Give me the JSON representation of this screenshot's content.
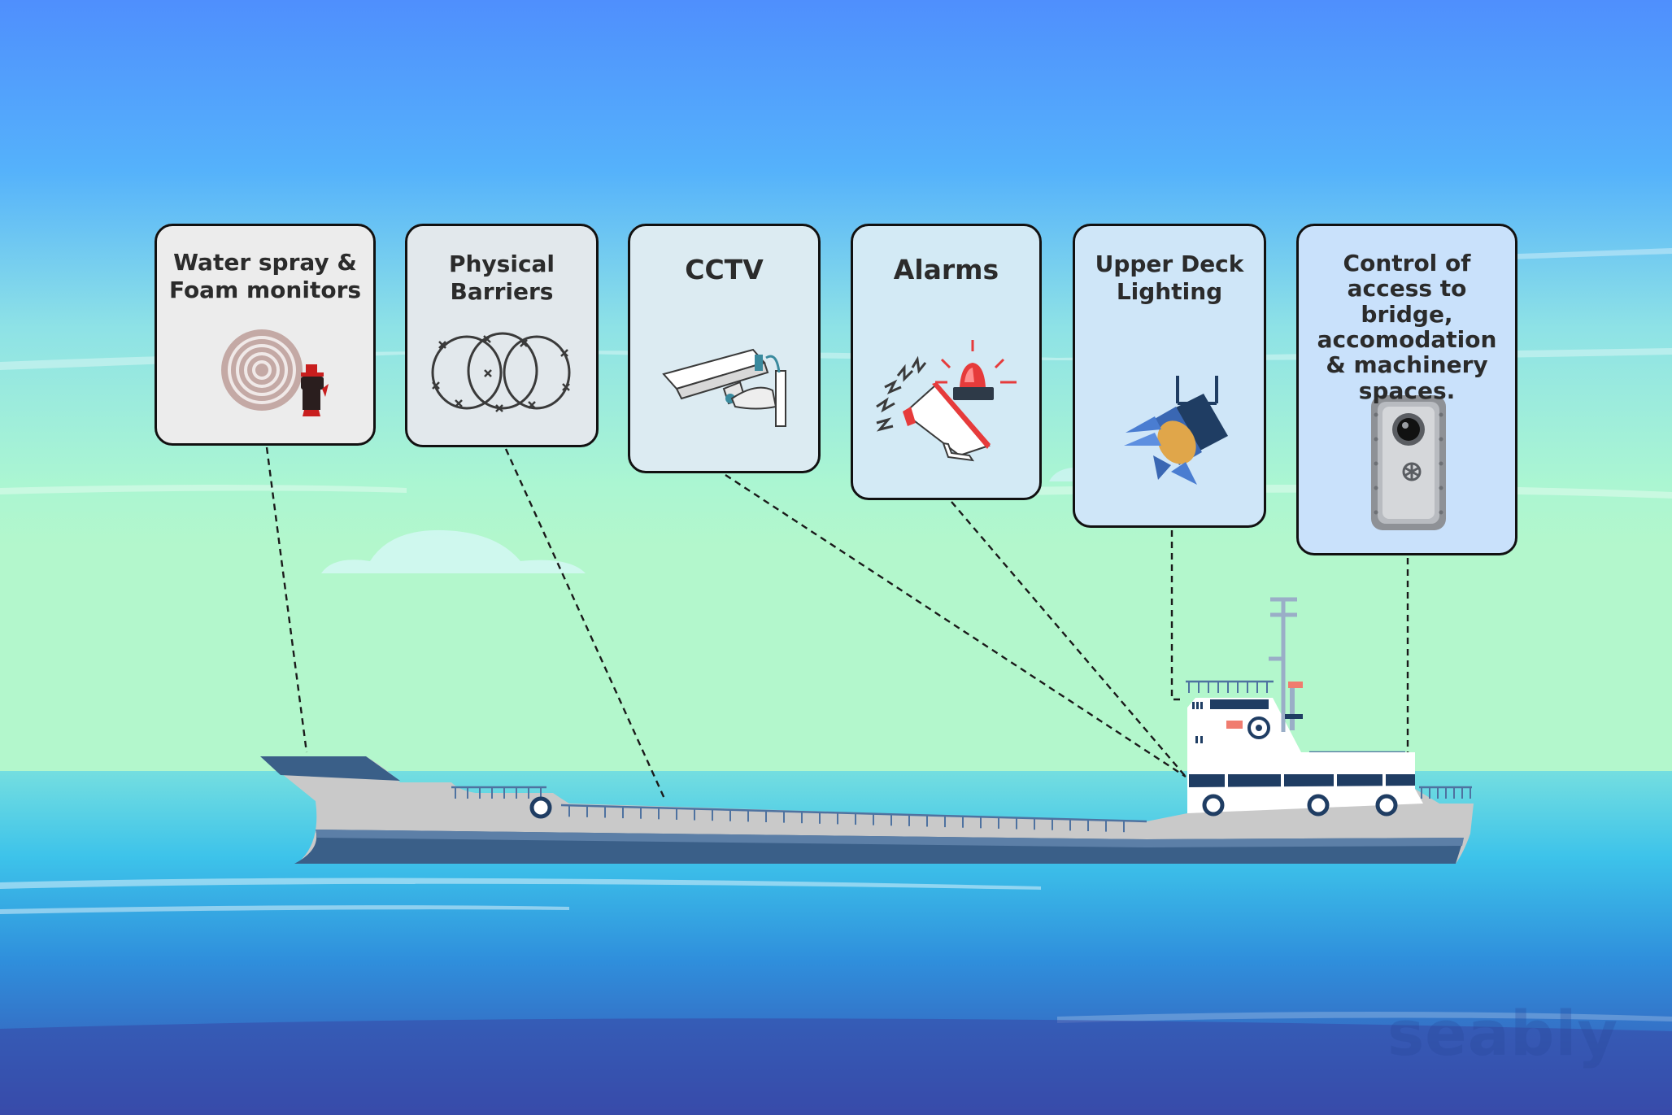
{
  "cards": [
    {
      "id": "water-spray",
      "label": "Water spray &\nFoam monitors",
      "icon": "fire-hose-icon"
    },
    {
      "id": "physical-barriers",
      "label": "Physical\nBarriers",
      "icon": "barbed-wire-icon"
    },
    {
      "id": "cctv",
      "label": "CCTV",
      "icon": "cctv-camera-icon"
    },
    {
      "id": "alarms",
      "label": "Alarms",
      "icon": "alarm-megaphone-icon"
    },
    {
      "id": "upper-deck-lighting",
      "label": "Upper Deck\nLighting",
      "icon": "spotlight-icon"
    },
    {
      "id": "access-control",
      "label": "Control of\naccess to bridge,\naccomodation\n& machinery\nspaces.",
      "icon": "vault-door-icon"
    }
  ],
  "watermark": "seably",
  "colors": {
    "sky_top": "#4f8ffd",
    "sea_green": "#a9f5d2",
    "ship_hull": "#c9c9c9",
    "ship_dark": "#3a5f88",
    "card_border": "#111111"
  }
}
